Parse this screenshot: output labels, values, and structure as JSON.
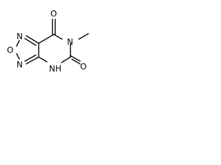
{
  "molecule": {
    "atoms": {
      "n_top_left": "N",
      "o_ring": "O",
      "n_bottom_left": "N",
      "o_carbonyl_top": "O",
      "n_methyl": "N",
      "o_carbonyl_right": "O",
      "nh_label": "NH"
    },
    "colors": {
      "bond": "#000000",
      "text": "#000000",
      "background": "#ffffff"
    }
  }
}
